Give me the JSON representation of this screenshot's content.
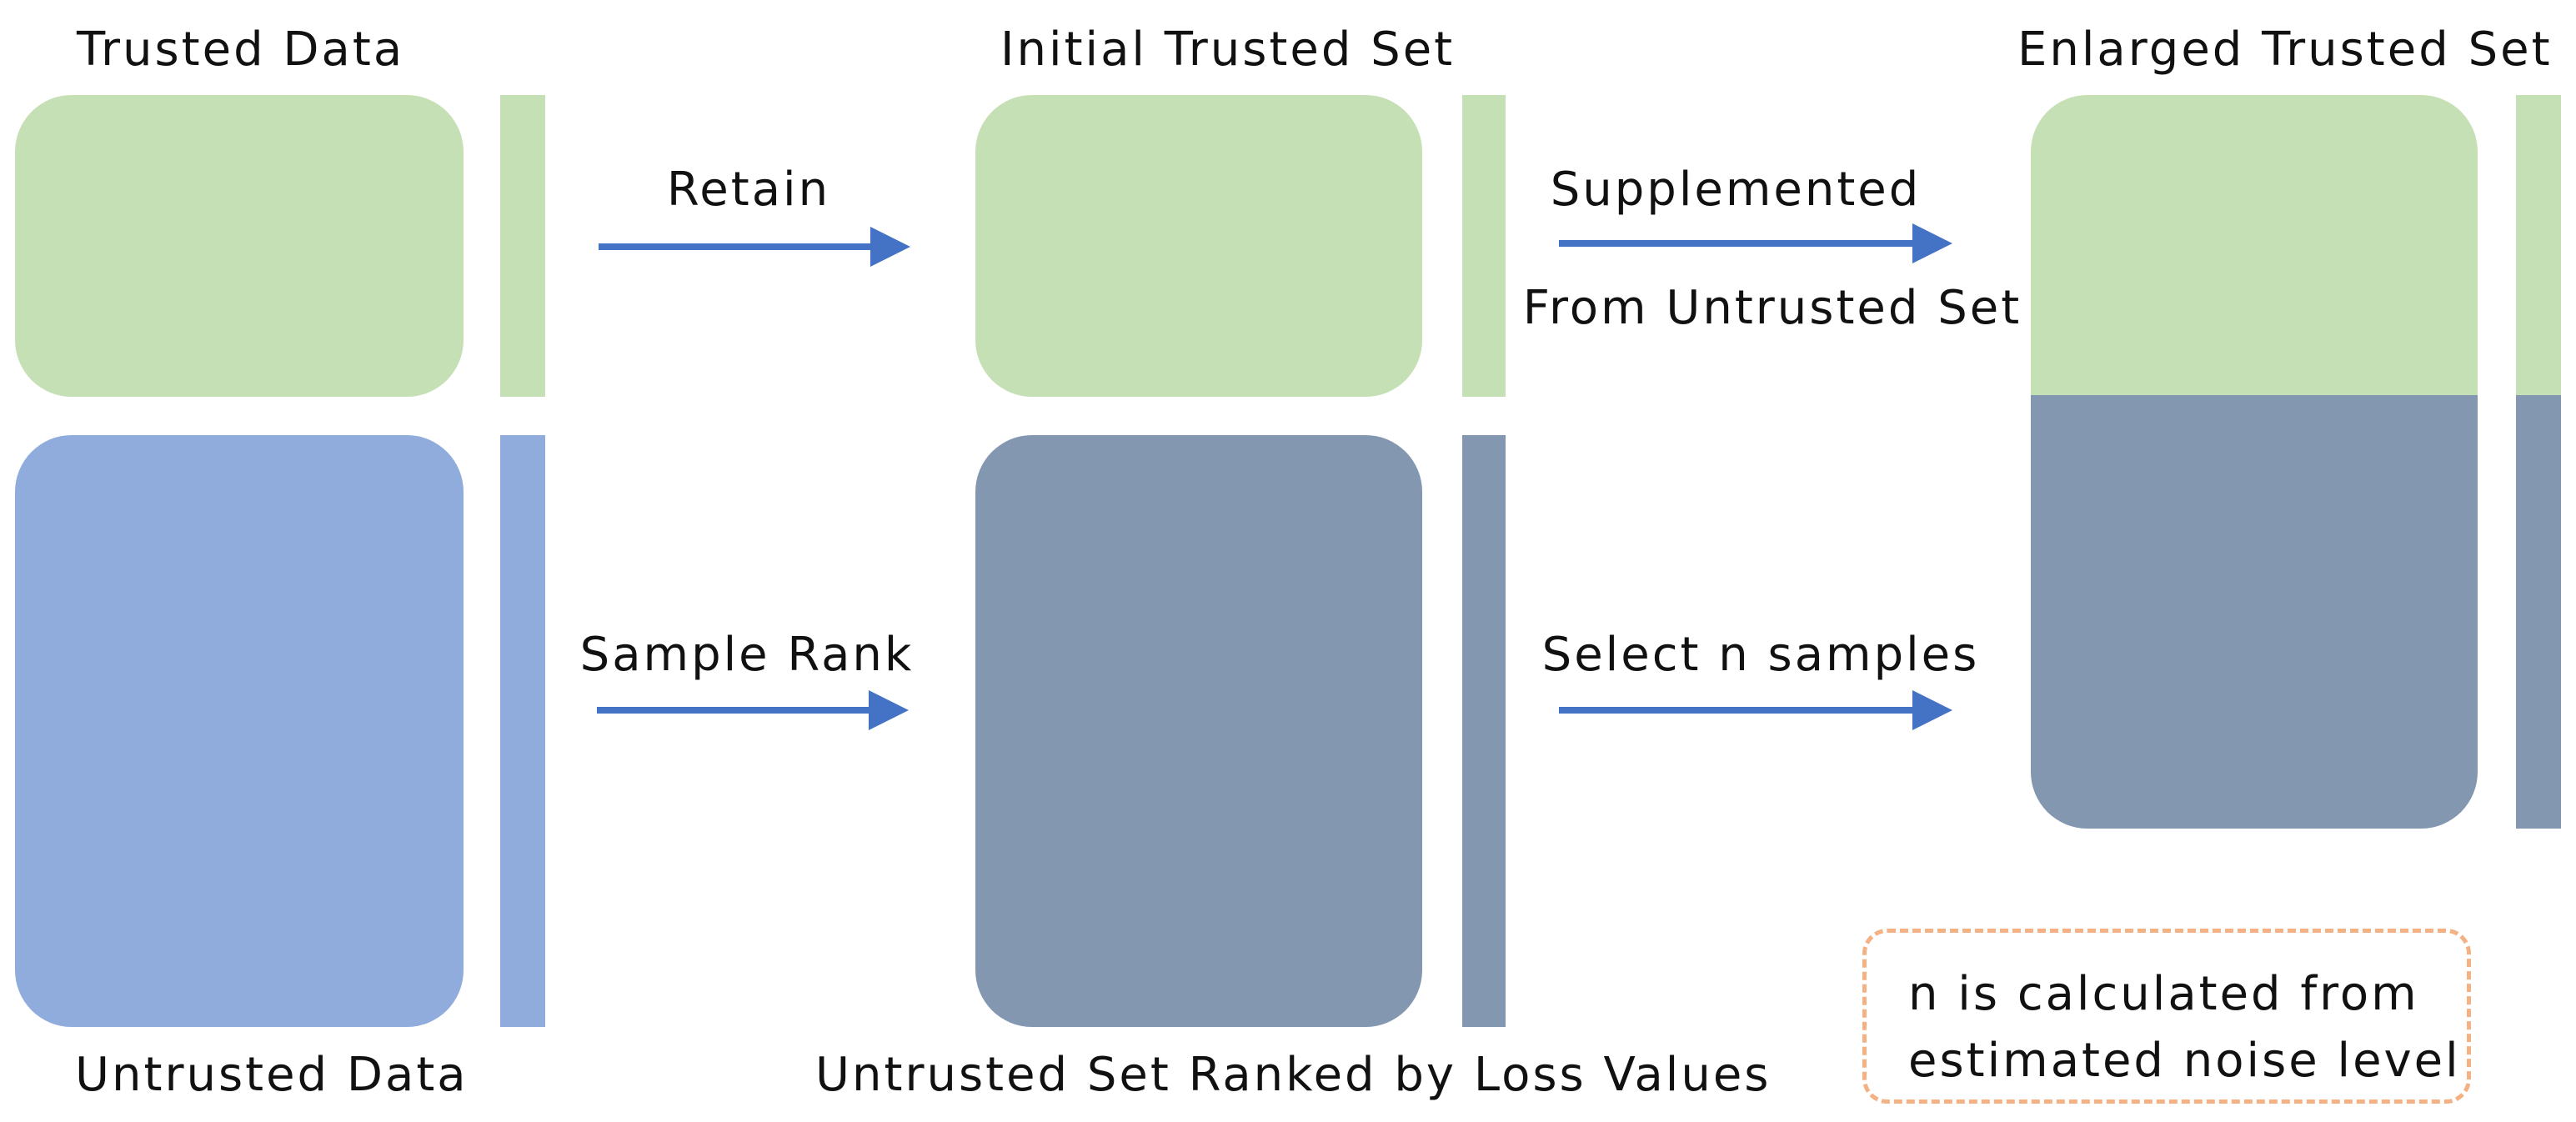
{
  "labels": {
    "trusted_data": "Trusted Data",
    "untrusted_data": "Untrusted Data",
    "initial_trusted_set": "Initial Trusted Set",
    "untrusted_ranked": "Untrusted Set Ranked by Loss Values",
    "enlarged_trusted_set": "Enlarged Trusted Set"
  },
  "arrows": {
    "retain": "Retain",
    "sample_rank": "Sample Rank",
    "supplemented": "Supplemented",
    "from_untrusted": "From Untrusted Set",
    "select_n": "Select n samples"
  },
  "note": {
    "line1": "n   is calculated from",
    "line2": "estimated noise level"
  },
  "colors": {
    "trusted": "#c6e0b5",
    "untrusted": "#8facdd",
    "ranked": "#8497b0",
    "arrow": "#4472c4",
    "note_border": "#f4b183"
  }
}
